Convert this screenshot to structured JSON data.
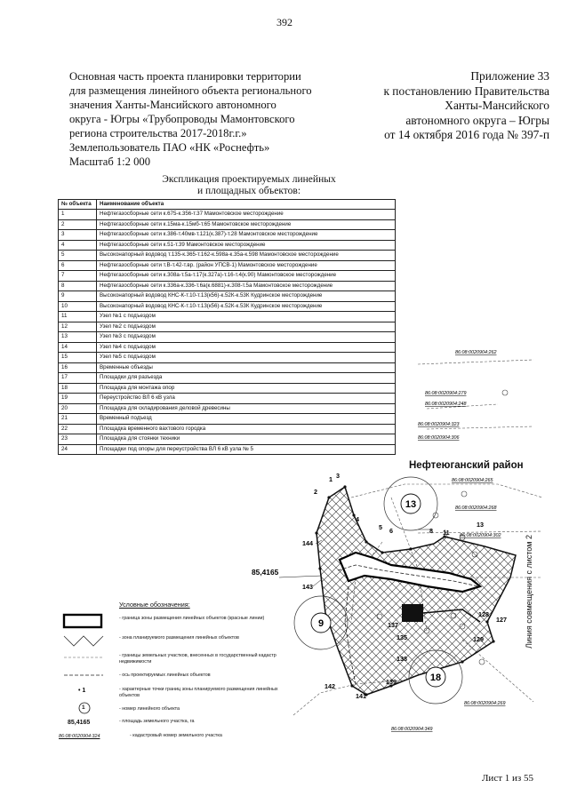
{
  "page_number": "392",
  "title_lines": [
    "Основная часть проекта планировки территории",
    "для размещения линейного объекта регионального",
    "значения Ханты-Мансийского автономного",
    "округа - Югры «Трубопроводы Мамонтовского",
    "региона строительства 2017-2018г.г.»",
    "Землепользователь ПАО «НК «Роснефть»",
    "Масштаб 1:2 000"
  ],
  "appendix_lines": [
    "Приложение 33",
    "к постановлению Правительства",
    "Ханты-Мансийского",
    "автономного округа – Югры",
    "от 14 октября 2016 года № 397-п"
  ],
  "table_caption": [
    "Экспликация проектируемых линейных",
    "и площадных объектов:"
  ],
  "table": {
    "headers": [
      "№ объекта",
      "Наименование объекта"
    ],
    "rows": [
      [
        "1",
        "Нефтегазосборные сети к.675-к.356-т.37 Мамонтовское месторождение"
      ],
      [
        "2",
        "Нефтегазосборные сети к.15ма-к.15мб-т.65 Мамонтовское месторождение"
      ],
      [
        "3",
        "Нефтегазосборные сети к.386-т.40мв-т.121(к.387)-т.28 Мамонтовское месторождение"
      ],
      [
        "4",
        "Нефтегазосборные сети к.51-т.39 Мамонтовское месторождение"
      ],
      [
        "5",
        "Высоконапорный водовод т.135-к.365-т.162-к.598а-к.35а-к.598 Мамонтовское месторождение"
      ],
      [
        "6",
        "Нефтегазосборные сети т.В-т.42-т.вр. (район УПСВ-1) Мамонтовское месторождение"
      ],
      [
        "7",
        "Нефтегазосборные сети к.308а-т.5а-т.17(к.327а)-т.16-т.4(к.90) Мамонтовское месторождение"
      ],
      [
        "8",
        "Нефтегазосборные сети к.336а-к.336-т.6а(к.6881)-к.308-т.5а Мамонтовское месторождение"
      ],
      [
        "9",
        "Высоконапорный водовод КНС-К-т.10-т.13(к56)-к.52К-к.53К Кудринское месторождение"
      ],
      [
        "10",
        "Высоконапорный водовод КНС-К-т.10-т.13(к56)-к.52К-к.53К Кудринское месторождение"
      ],
      [
        "11",
        "Узел №1 с подъездом"
      ],
      [
        "12",
        "Узел №2 с подъездом"
      ],
      [
        "13",
        "Узел №3 с подъездом"
      ],
      [
        "14",
        "Узел №4 с подъездом"
      ],
      [
        "15",
        "Узел №5 с подъездом"
      ],
      [
        "16",
        "Временные объезды"
      ],
      [
        "17",
        "Площадки для разъезда"
      ],
      [
        "18",
        "Площадка для монтажа опор"
      ],
      [
        "19",
        "Переустройство ВЛ 6 кВ узла"
      ],
      [
        "20",
        "Площадка для складирования деловой древесины"
      ],
      [
        "21",
        "Временный подъезд"
      ],
      [
        "22",
        "Площадка временного вахтового городка"
      ],
      [
        "23",
        "Площадка для стоянки техники"
      ],
      [
        "24",
        "Площадки под опоры для переустройства ВЛ 6 кВ узла № 5"
      ]
    ]
  },
  "map": {
    "district": "Нефтеюганский район",
    "rotated_note": "Линия совмещения с листом 2",
    "area_value": "85,4165",
    "cadastral": [
      "86:08:0020904:262",
      "86:08:0020904:279",
      "86:08:0020904:248",
      "86:08:0020904:323",
      "86:08:0020904:306",
      "86:08:0020904:265",
      "86:08:0020904:268",
      "86:08:0020904:302",
      "86:08:0020904:269",
      "86:08:0020904:349"
    ],
    "point_labels": [
      "1",
      "2",
      "3",
      "4",
      "5",
      "6",
      "8",
      "11",
      "13",
      "127",
      "128",
      "129",
      "135",
      "137",
      "138",
      "139",
      "141",
      "142",
      "143",
      "144"
    ],
    "object_labels": [
      "13",
      "9",
      "18"
    ]
  },
  "legend": {
    "title": "Условные обозначения:",
    "items": [
      "- граница зоны размещения линейных объектов (красные линии)",
      "- зона планируемого размещения линейных объектов",
      "- границы земельных участков, внесенных в государственный кадастр недвижимости",
      "- ось проектируемых линейных объектов",
      "- характерные точки границ зоны планируемого размещения линейных объектов",
      "- номер линейного объекта",
      "- площадь земельного участка, га",
      "- кадастровый номер земельного участка"
    ],
    "point_symbol": "• 1",
    "circle_symbol": "1",
    "area_symbol": "85,4165",
    "cadastral_symbol": "86:08:0020904:324"
  },
  "sheet_label": "Лист 1 из 55"
}
